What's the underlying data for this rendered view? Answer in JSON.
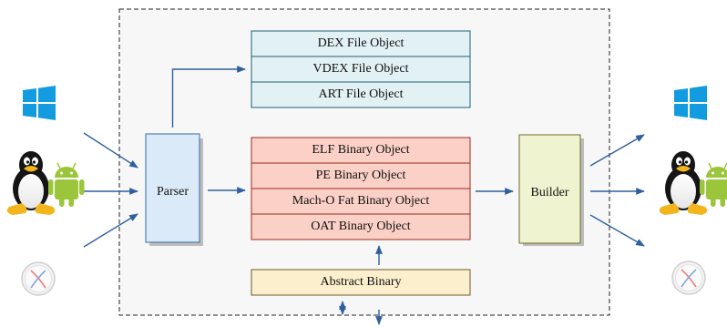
{
  "parser": {
    "label": "Parser"
  },
  "builder": {
    "label": "Builder"
  },
  "file_objects": [
    "DEX File Object",
    "VDEX File Object",
    "ART File Object"
  ],
  "binary_objects": [
    "ELF Binary Object",
    "PE Binary Object",
    "Mach-O Fat Binary Object",
    "OAT Binary Object"
  ],
  "abstract": {
    "label": "Abstract Binary"
  },
  "icons": {
    "inputs": [
      "windows-logo",
      "linux-android-logo",
      "macos-logo"
    ],
    "outputs": [
      "windows-logo",
      "linux-android-logo",
      "macos-logo"
    ]
  },
  "colors": {
    "arrow": "#2f5f9e",
    "parser_fill": "#dbeaf8",
    "builder_fill": "#f0f3cf",
    "file_fill": "#e2f1f4",
    "binary_fill": "#fbd0c6",
    "abstract_fill": "#fcefcd",
    "windows_blue": "#139be0",
    "android_green": "#9bc63b"
  }
}
